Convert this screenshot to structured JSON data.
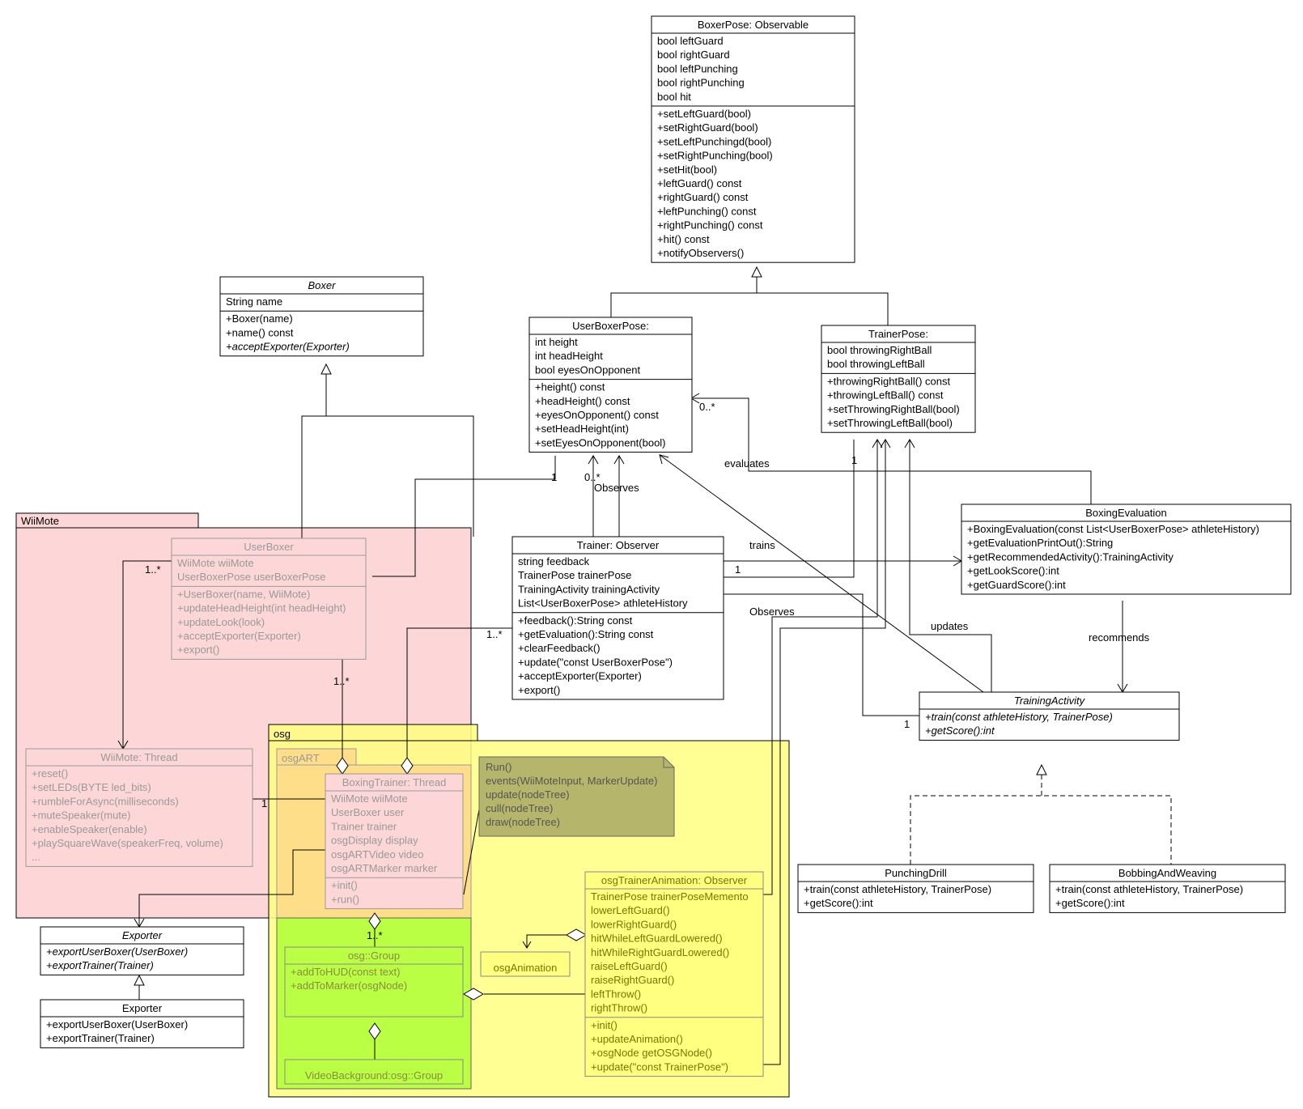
{
  "colors": {
    "wiimote_pkg": "#fdd7d7",
    "osg_pkg": "#ffff80",
    "osgart_pkg": "#ffcc88",
    "osg_group": "#bbff44",
    "note": "#b5b56b",
    "stroke": "#000000"
  },
  "packages": {
    "wiimote": {
      "label": "WiiMote"
    },
    "osg": {
      "label": "osg"
    },
    "osgart": {
      "label": "osgART"
    }
  },
  "classes": {
    "boxer_pose": {
      "title": "BoxerPose: Observable",
      "attrs": [
        "bool leftGuard",
        "bool rightGuard",
        "bool leftPunching",
        "bool rightPunching",
        "bool hit"
      ],
      "methods": [
        "+setLeftGuard(bool)",
        "+setRightGuard(bool)",
        "+setLeftPunchingd(bool)",
        "+setRightPunching(bool)",
        "+setHit(bool)",
        "+leftGuard() const",
        "+rightGuard() const",
        "+leftPunching() const",
        "+rightPunching() const",
        "+hit() const",
        "+notifyObservers()"
      ]
    },
    "boxer": {
      "title": "Boxer",
      "attrs": [
        "String name"
      ],
      "methods": [
        "+Boxer(name)",
        "+name() const",
        "+acceptExporter(Exporter)"
      ]
    },
    "user_boxer_pose": {
      "title": "UserBoxerPose:",
      "attrs": [
        "int height",
        "int headHeight",
        "bool eyesOnOpponent"
      ],
      "methods": [
        "+height() const",
        "+headHeight() const",
        "+eyesOnOpponent() const",
        "+setHeadHeight(int)",
        "+setEyesOnOpponent(bool)"
      ]
    },
    "trainer_pose": {
      "title": "TrainerPose:",
      "attrs": [
        "bool throwingRightBall",
        "bool throwingLeftBall"
      ],
      "methods": [
        "+throwingRightBall() const",
        "+throwingLeftBall() const",
        "+setThrowingRightBall(bool)",
        "+setThrowingLeftBall(bool)"
      ]
    },
    "user_boxer": {
      "title": "UserBoxer",
      "attrs": [
        "WiiMote wiiMote",
        "UserBoxerPose userBoxerPose"
      ],
      "methods": [
        "+UserBoxer(name, WiiMote)",
        "+updateHeadHeight(int headHeight)",
        "+updateLook(look)",
        "+acceptExporter(Exporter)",
        "+export()"
      ]
    },
    "trainer": {
      "title": "Trainer: Observer",
      "attrs": [
        "string feedback",
        "TrainerPose trainerPose",
        "TrainingActivity trainingActivity",
        "List<UserBoxerPose> athleteHistory"
      ],
      "methods": [
        "+feedback():String const",
        "+getEvaluation():String const",
        "+clearFeedback()",
        "+update(\"const UserBoxerPose\")",
        "+acceptExporter(Exporter)",
        "+export()"
      ]
    },
    "boxing_evaluation": {
      "title": "BoxingEvaluation",
      "methods": [
        "+BoxingEvaluation(const List<UserBoxerPose> athleteHistory)",
        "+getEvaluationPrintOut():String",
        "+getRecommendedActivity():TrainingActivity",
        "+getLookScore():int",
        "+getGuardScore():int"
      ]
    },
    "training_activity": {
      "title": "TrainingActivity",
      "methods": [
        "+train(const athleteHistory, TrainerPose)",
        "+getScore():int"
      ]
    },
    "punching_drill": {
      "title": "PunchingDrill",
      "methods": [
        "+train(const athleteHistory, TrainerPose)",
        "+getScore():int"
      ]
    },
    "bobbing": {
      "title": "BobbingAndWeaving",
      "methods": [
        "+train(const athleteHistory, TrainerPose)",
        "+getScore():int"
      ]
    },
    "wiimote_thread": {
      "title": "WiiMote: Thread",
      "methods": [
        "+reset()",
        "+setLEDs(BYTE led_bits)",
        "+rumbleForAsync(milliseconds)",
        "+muteSpeaker(mute)",
        "+enableSpeaker(enable)",
        "+playSquareWave(speakerFreq, volume)",
        "..."
      ]
    },
    "boxing_trainer": {
      "title": "BoxingTrainer: Thread",
      "attrs": [
        "WiiMote wiiMote",
        "UserBoxer user",
        "Trainer trainer",
        "osgDisplay display",
        "osgARTVideo video",
        "osgARTMarker marker"
      ],
      "methods": [
        "+init()",
        "+run()"
      ]
    },
    "osg_group": {
      "title": "osg::Group",
      "methods": [
        "+addToHUD(const text)",
        "+addToMarker(osgNode)"
      ]
    },
    "video_background": {
      "title": "VideoBackground:osg::Group"
    },
    "osg_trainer_animation": {
      "title": "osgTrainerAnimation: Observer",
      "attrs": [
        "TrainerPose trainerPoseMemento",
        "lowerLeftGuard()",
        "lowerRightGuard()",
        "hitWhileLeftGuardLowered()",
        "hitWhileRightGuardLowered()",
        "raiseLeftGuard()",
        "raiseRightGuard()",
        "leftThrow()",
        "rightThrow()"
      ],
      "methods": [
        "+init()",
        "+updateAnimation()",
        "+osgNode getOSGNode()",
        "+update(\"const TrainerPose\")"
      ]
    },
    "osg_animation": {
      "title": "osgAnimation"
    },
    "exporter_abstract": {
      "title": "Exporter",
      "methods": [
        "+exportUserBoxer(UserBoxer)",
        "+exportTrainer(Trainer)"
      ]
    },
    "exporter": {
      "title": "Exporter",
      "methods": [
        "+exportUserBoxer(UserBoxer)",
        "+exportTrainer(Trainer)"
      ]
    }
  },
  "note": {
    "lines": [
      "Run()",
      "events(WiiMoteInput, MarkerUpdate)",
      "update(nodeTree)",
      "cull(nodeTree)",
      "draw(nodeTree)"
    ]
  },
  "labels": {
    "evaluates": "evaluates",
    "observes_1": "Observes",
    "observes_2": "Observes",
    "trains": "trains",
    "updates": "updates",
    "recommends": "recommends",
    "m_0star_a": "0..*",
    "m_0star_b": "0..*",
    "m_1_a": "1",
    "m_1_b": "1",
    "m_1_c": "1",
    "m_1_d": "1",
    "m_1_e": "1",
    "m_1star_a": "1..*",
    "m_1star_b": "1..*",
    "m_1star_c": "1..*",
    "m_1star_d": "1..*"
  }
}
